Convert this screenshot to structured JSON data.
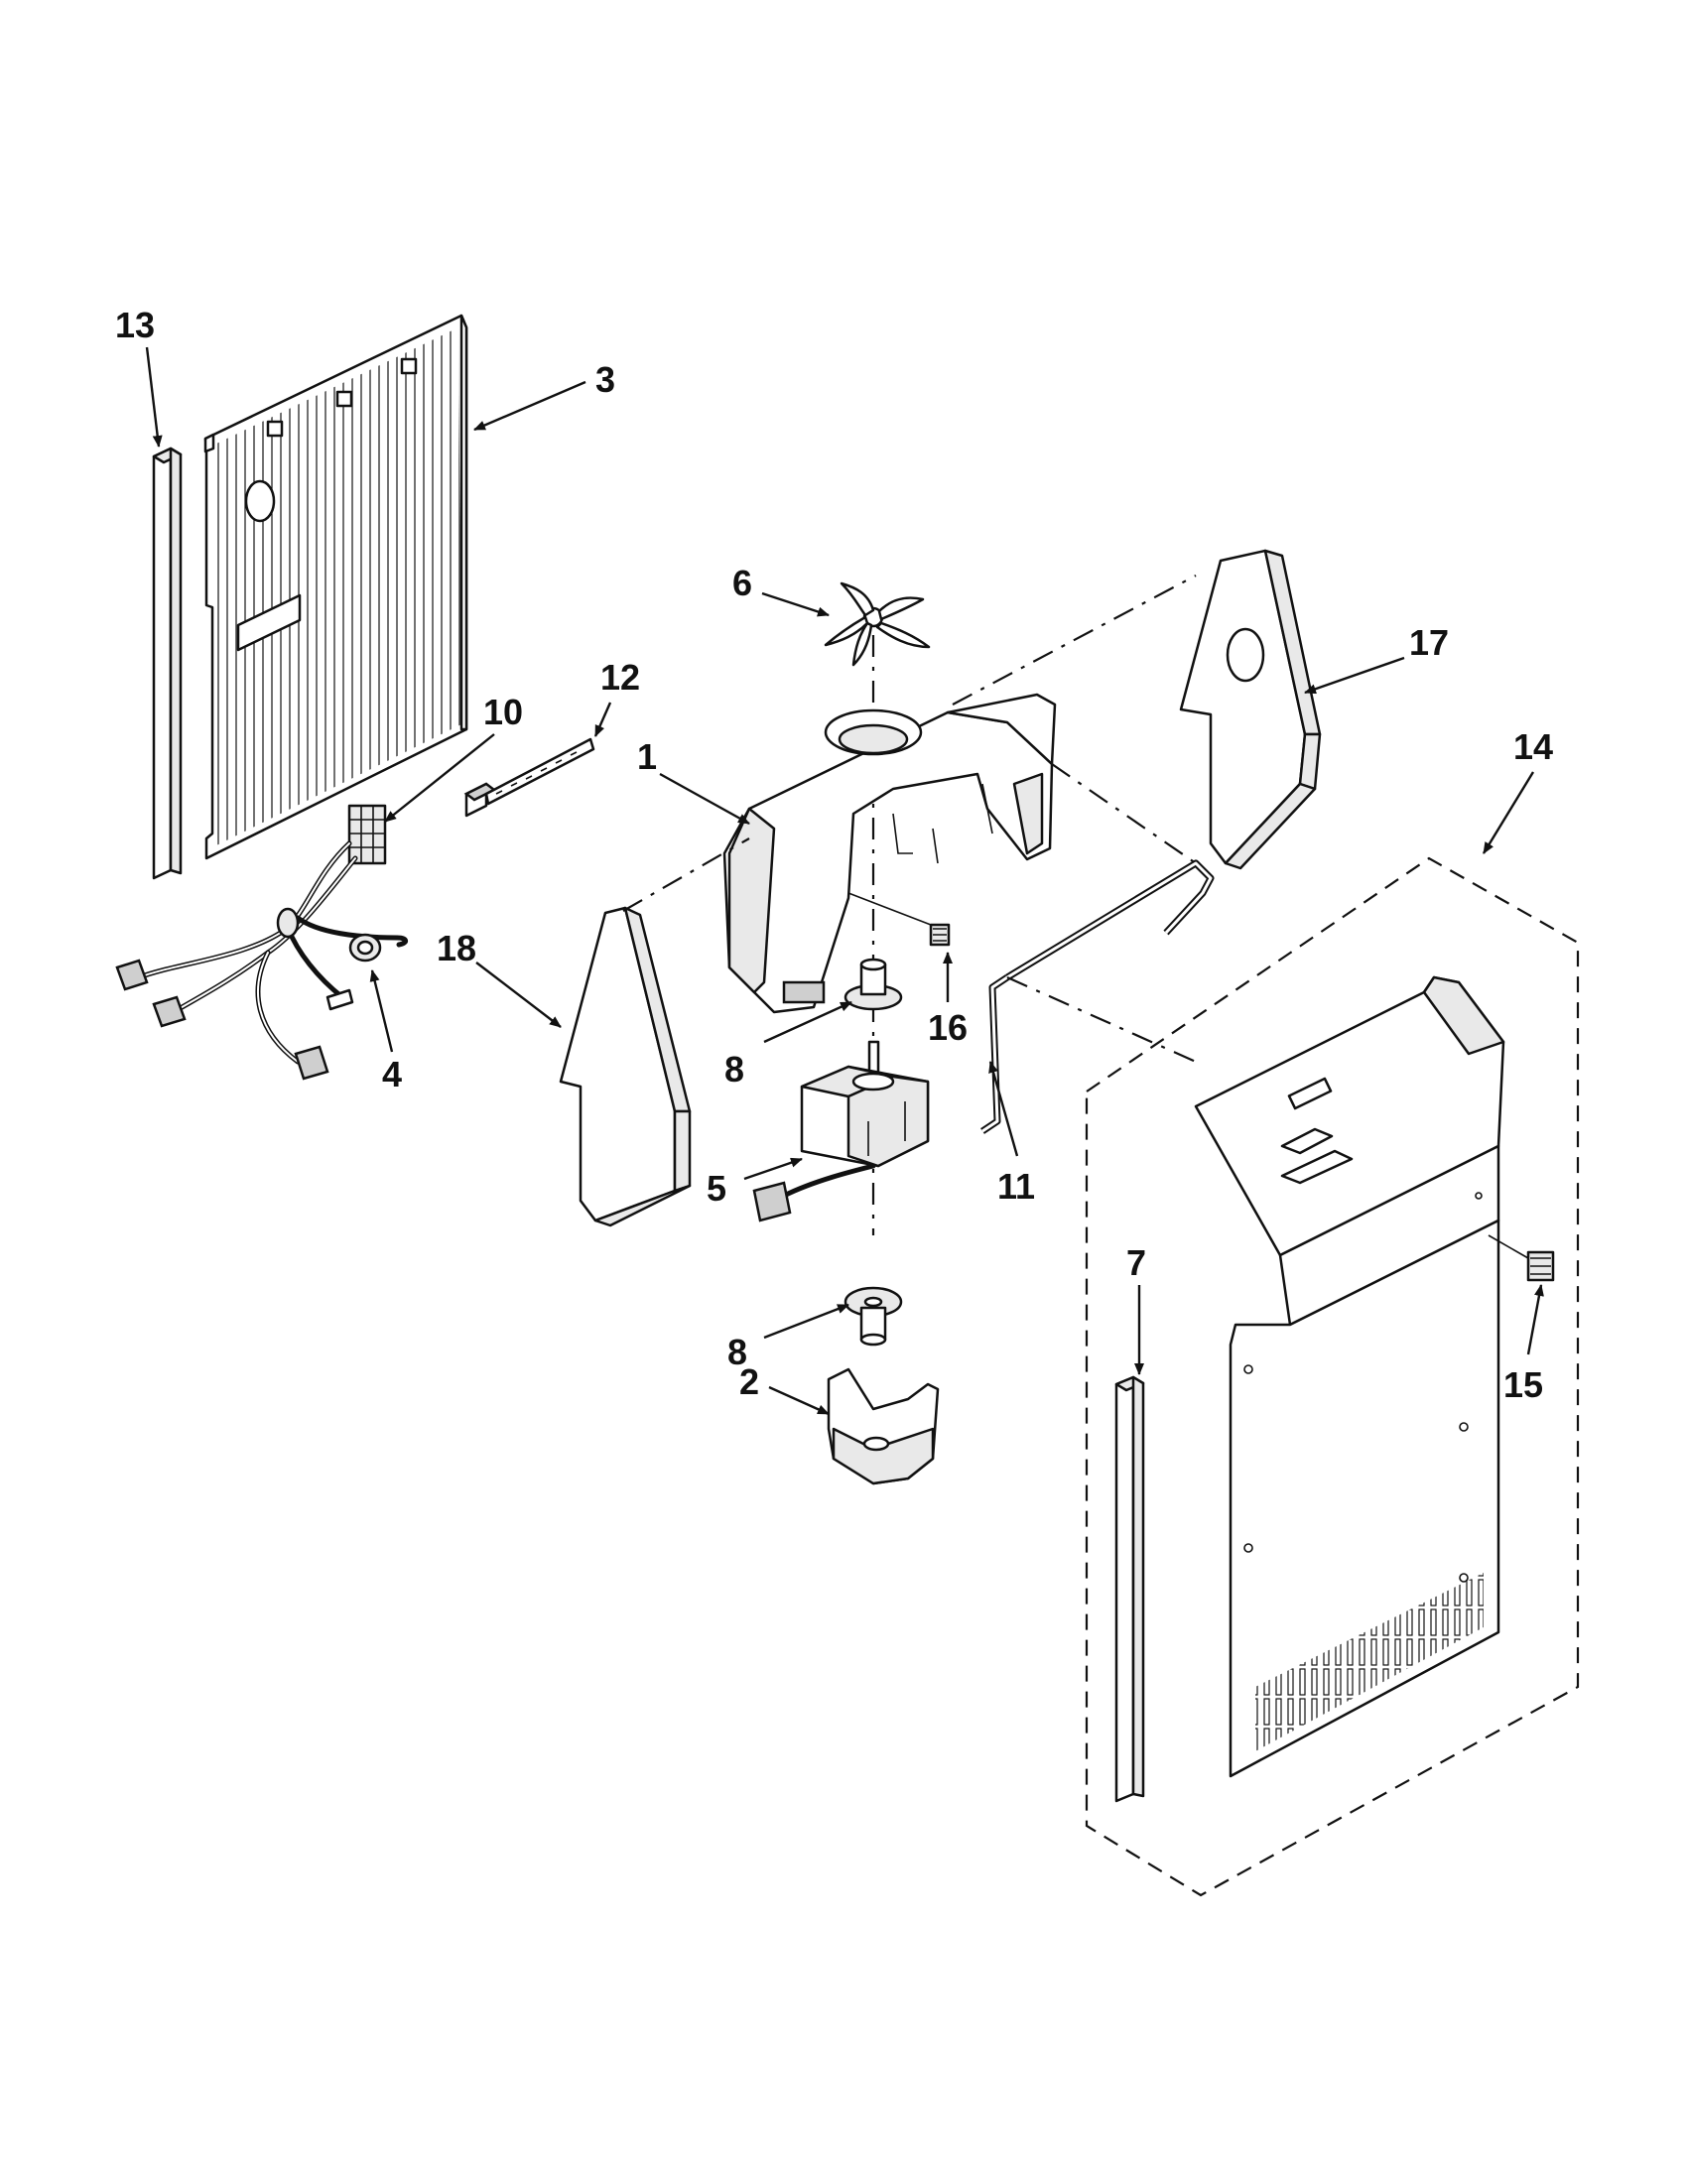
{
  "callouts": [
    {
      "id": "13",
      "label": "13"
    },
    {
      "id": "3",
      "label": "3"
    },
    {
      "id": "6",
      "label": "6"
    },
    {
      "id": "17",
      "label": "17"
    },
    {
      "id": "12",
      "label": "12"
    },
    {
      "id": "10",
      "label": "10"
    },
    {
      "id": "1",
      "label": "1"
    },
    {
      "id": "14",
      "label": "14"
    },
    {
      "id": "18",
      "label": "18"
    },
    {
      "id": "4",
      "label": "4"
    },
    {
      "id": "16",
      "label": "16"
    },
    {
      "id": "8a",
      "label": "8"
    },
    {
      "id": "11",
      "label": "11"
    },
    {
      "id": "5",
      "label": "5"
    },
    {
      "id": "7",
      "label": "7"
    },
    {
      "id": "15",
      "label": "15"
    },
    {
      "id": "8b",
      "label": "8"
    },
    {
      "id": "2",
      "label": "2"
    }
  ]
}
